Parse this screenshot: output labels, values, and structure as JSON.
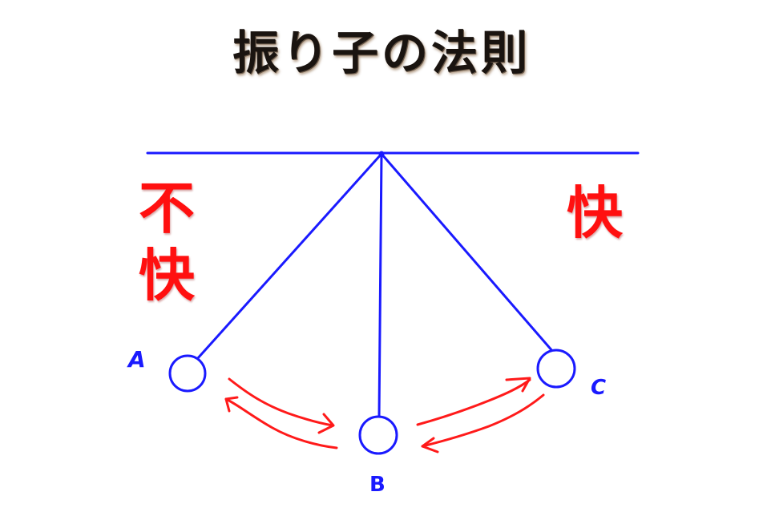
{
  "title": "振り子の法則",
  "labels": {
    "unpleasant": [
      "不",
      "快"
    ],
    "pleasant": "快"
  },
  "points": {
    "a": "A",
    "b": "B",
    "c": "C"
  },
  "colors": {
    "pendulum": "#1a1aff",
    "arrows": "#ff1a1a",
    "emotion_text": "#ff1010",
    "title_text": "#1a1410",
    "background": "#ffffff"
  }
}
